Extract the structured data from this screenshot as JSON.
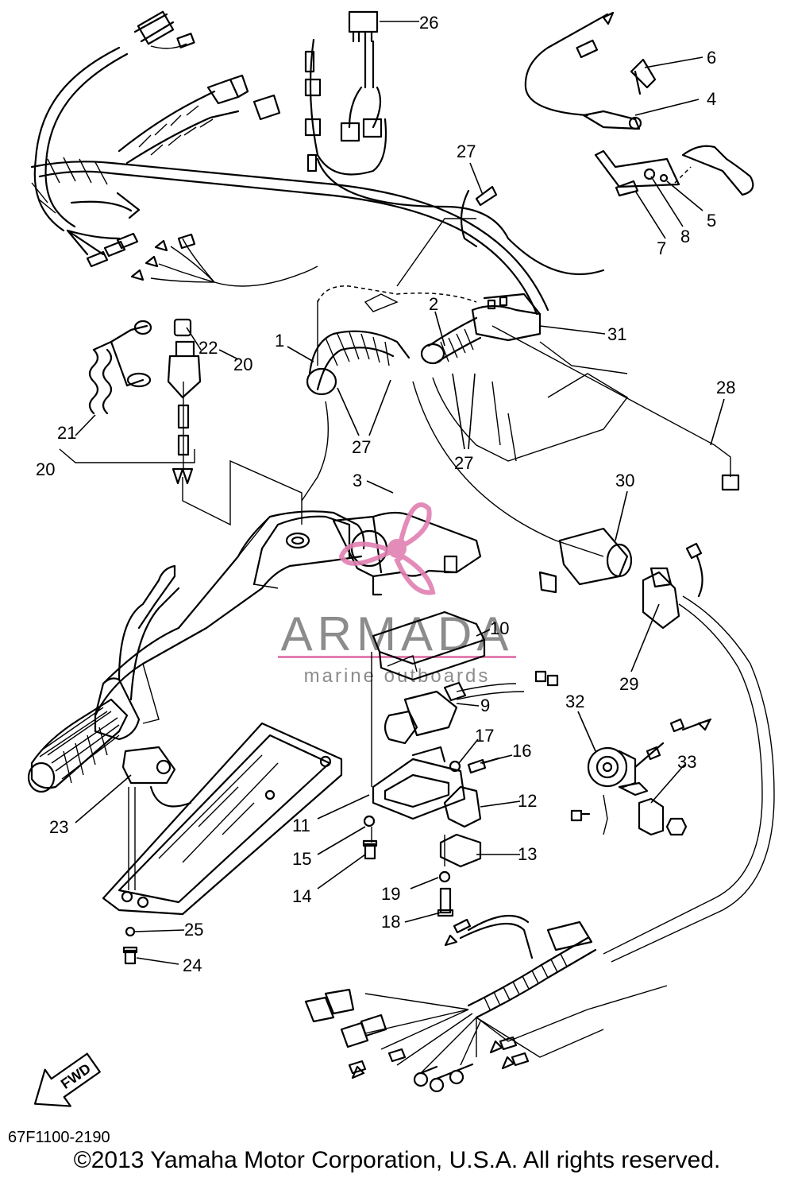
{
  "diagram": {
    "catalog_number": "67F1100-2190",
    "copyright": "©2013 Yamaha Motor Corporation, U.S.A. All rights reserved.",
    "fwd_arrow_label": "FWD",
    "watermark": {
      "brand": "ARMADA",
      "tagline": "marine outboards",
      "accent_color": "#e07fb2"
    },
    "callouts": [
      "1",
      "2",
      "3",
      "4",
      "5",
      "6",
      "7",
      "8",
      "9",
      "10",
      "11",
      "12",
      "13",
      "14",
      "15",
      "16",
      "17",
      "18",
      "19",
      "20",
      "20",
      "21",
      "22",
      "23",
      "24",
      "25",
      "26",
      "27",
      "27",
      "27",
      "28",
      "29",
      "30",
      "31",
      "32",
      "33"
    ]
  }
}
